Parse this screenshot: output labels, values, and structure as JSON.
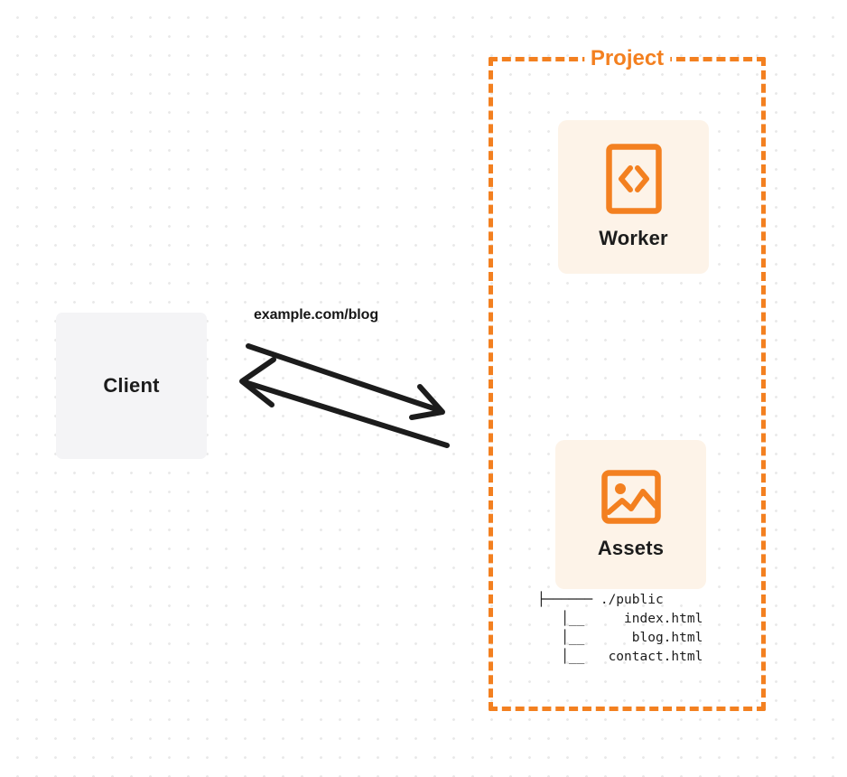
{
  "diagram": {
    "title": "Worker with static assets request flow",
    "background": {
      "color": "#ffffff",
      "dot_color": "#e9e9e9"
    },
    "accent_color": "#f38020",
    "card_background": "#fdf3e8",
    "client_background": "#f4f4f6",
    "text_color": "#1c1c1c"
  },
  "client": {
    "label": "Client",
    "name": "client-box"
  },
  "connection": {
    "request_label": "example.com/blog",
    "arrows": [
      {
        "name": "request-arrow",
        "direction": "right",
        "from": "client",
        "to": "project"
      },
      {
        "name": "response-arrow",
        "direction": "left",
        "from": "project",
        "to": "client"
      }
    ]
  },
  "project": {
    "title": "Project",
    "border_style": "dashed",
    "border_color": "#f38020",
    "services": [
      {
        "name": "worker-card",
        "label": "Worker",
        "icon": "code-brackets-icon"
      },
      {
        "name": "assets-card",
        "label": "Assets",
        "icon": "image-icon"
      }
    ],
    "file_tree": {
      "lines": [
        "├────── ./public",
        "   │__     index.html",
        "   │__      blog.html",
        "   │__   contact.html"
      ],
      "text": "├────── ./public\n   │__     index.html\n   │__      blog.html\n   │__   contact.html",
      "root": "./public",
      "files": [
        "index.html",
        "blog.html",
        "contact.html"
      ]
    }
  }
}
